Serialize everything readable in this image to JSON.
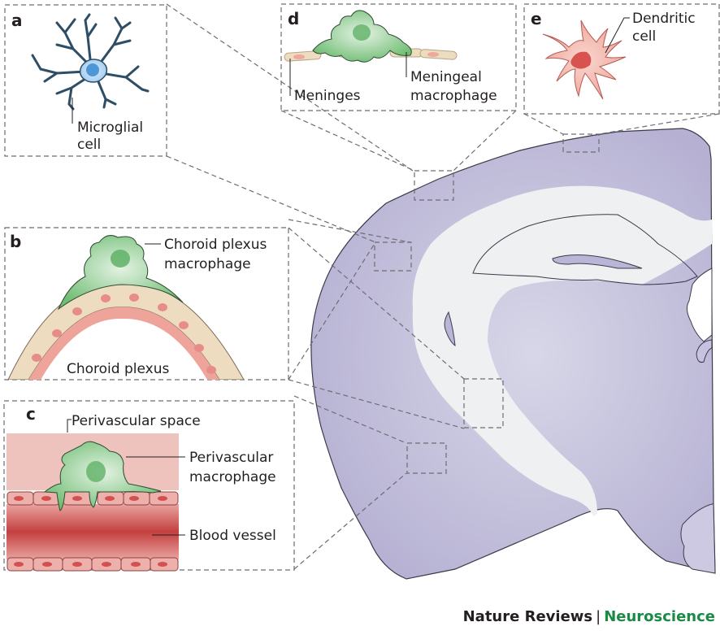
{
  "figure": {
    "panels": [
      {
        "id": "a",
        "letter": "a",
        "labels": [
          "Microglial",
          "cell"
        ]
      },
      {
        "id": "b",
        "letter": "b",
        "labels": [
          "Choroid plexus",
          "macrophage"
        ],
        "sublabel": "Choroid plexus"
      },
      {
        "id": "c",
        "letter": "c",
        "top_label": "Perivascular space",
        "labels": [
          "Perivascular",
          "macrophage"
        ],
        "vessel_label": "Blood vessel"
      },
      {
        "id": "d",
        "letter": "d",
        "left_label": "Meninges",
        "labels": [
          "Meningeal",
          "macrophage"
        ]
      },
      {
        "id": "e",
        "letter": "e",
        "labels": [
          "Dendritic",
          "cell"
        ]
      }
    ],
    "colors": {
      "brain": "#b9b5d6",
      "white_matter": "#eef0f0",
      "macrophage_green": "#6dbb72",
      "microglia_blue": "#5ea6dc",
      "dendritic_pink": "#eea49a",
      "vessel_red": "#c8474a",
      "epithelium_tan": "#eddcc0",
      "journal_green": "#1a8a45"
    }
  },
  "credit": {
    "journal": "Nature Reviews",
    "separator": "|",
    "section": "Neuroscience"
  }
}
